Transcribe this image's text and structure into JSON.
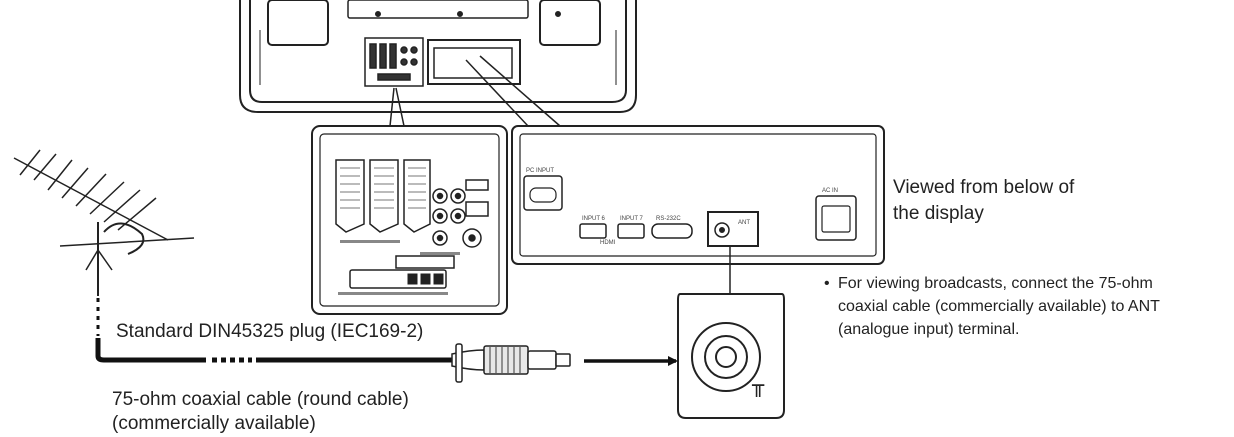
{
  "labels": {
    "viewed_line1": "Viewed from below of",
    "viewed_line2": "the display",
    "plug": "Standard DIN45325 plug (IEC169-2)",
    "cable_line1": "75-ohm coaxial cable (round cable)",
    "cable_line2": "(commercially available)",
    "note_bullet": "•",
    "note_line1": "For viewing broadcasts, connect the 75-ohm",
    "note_line2": "coaxial cable (commercially available) to ANT",
    "note_line3": "(analogue input) terminal."
  },
  "panel_text": {
    "pc_input": "PC INPUT",
    "input6": "INPUT 6",
    "input7": "INPUT 7",
    "hdmi": "HDMI",
    "rs232c": "RS-232C",
    "ac_in": "AC IN",
    "ant": "ANT",
    "ant_symbol": "╥"
  },
  "colors": {
    "line": "#222222",
    "panel_fill": "#ffffff",
    "detail_gray": "#9a9a9a"
  }
}
